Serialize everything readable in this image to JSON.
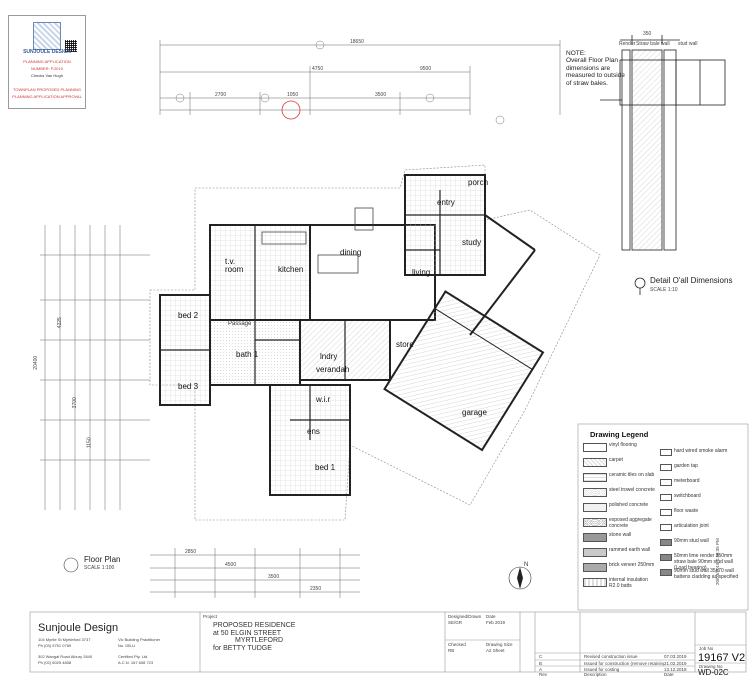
{
  "stamp": {
    "company": "SUNJOULE DESIGN",
    "line1": "PLANNING APPLICATION",
    "line2": "NUMBER: P.2019",
    "line3": "Checks Van Hugh",
    "line4": "TOWNPLAN PROPOSED PLANNING",
    "line5": "PLANNING APPLICATION APPROVAL"
  },
  "note": {
    "heading": "NOTE:",
    "body": "Overall Floor Plan dimensions are measured to outside of straw bales."
  },
  "detail": {
    "title": "Detail O'all Dimensions",
    "scale": "SCALE 1:10",
    "render": "Render",
    "straw_bale_wall": "Straw bale wall",
    "stud_wall": "stud wall",
    "dim": "350"
  },
  "floor_plan": {
    "title": "Floor Plan",
    "scale": "SCALE 1:100"
  },
  "rooms": {
    "dining": "dining",
    "living": "living",
    "kitchen": "kitchen",
    "tv_room": "t.v. room",
    "bed2": "bed 2",
    "bed3": "bed 3",
    "bed1": "bed 1",
    "bath1": "bath 1",
    "verandah": "verandah",
    "store": "store",
    "study": "study",
    "entry": "entry",
    "porch": "porch",
    "garage": "garage",
    "ens": "ens",
    "wir": "w.i.r",
    "passage": "Passage",
    "lndry": "lndry"
  },
  "dims": {
    "top1": "18650",
    "top2": "4750",
    "top3": "1050",
    "top4": "2700",
    "top5": "3500",
    "top6": "9500",
    "bot1": "2850",
    "bot2": "4500",
    "bot3": "3500",
    "bot4": "2350",
    "left1": "20400",
    "left2": "4225",
    "left3": "3700",
    "left4": "1150"
  },
  "legend": {
    "title": "Drawing Legend",
    "items_left": [
      "vinyl flooring",
      "carpet",
      "ceramic tiles on slab",
      "steel trowel concrete",
      "polished concrete",
      "exposed aggregate concrete",
      "stone wall",
      "rammed earth wall",
      "brick veneer 250mm",
      "internal insulation R2.0 batts"
    ],
    "items_right": [
      "hard wired smoke alarm",
      "garden tap",
      "meterboard",
      "switchboard",
      "floor waste",
      "articulation joint",
      "90mm stud wall",
      "50mm lime render 350mm straw bale 90mm stud wall (Load bearing)",
      "90mm stud wall 35x70 wall battens cladding as specified"
    ]
  },
  "company": {
    "name": "Sunjoule Design",
    "addr1": "104 Myrtle St Myrtleford 3737",
    "addr2": "Ph (03) 5751 0769",
    "addr3": "302 Wangal Road Albury 2640",
    "addr4": "Ph (02) 6025 4808",
    "reg1": "Vic Building Practitioner",
    "reg2": "No. DB-U",
    "reg3": "Certified Pty. Ltd.",
    "reg4": "A.C.N. 167 658 723"
  },
  "project": {
    "label": "Project",
    "line1": "PROPOSED RESIDENCE",
    "line2": "at  50 ELGIN STREET",
    "line3": "MYRTLEFORD",
    "line4": "for BETTY  TUDGE"
  },
  "tb": {
    "designed_label": "Designed/Drawn",
    "designed": "SE/GR",
    "date_label": "Date",
    "date": "Feb 2019",
    "checked_label": "Checked",
    "checked": "RB",
    "sheet_label": "Drawing Size",
    "sheet": "A2 Sheet",
    "rev_c": "C",
    "rev_c_desc": "Revised construction issue",
    "rev_c_date": "07.03.2019",
    "rev_b": "B",
    "rev_b_desc": "Issued for construction (remove retaining wall from site plan)",
    "rev_b_date": "21.02.2019",
    "rev_a": "A",
    "rev_a_desc": "Issued for costing",
    "rev_a_date": "13.12.2018",
    "rev_no_label": "Rev",
    "rev_desc_label": "Description",
    "rev_date_label": "Date",
    "job_label": "Job No",
    "job": "19167 V2",
    "drawing_label": "Drawing No",
    "drawing": "WD-02C",
    "side_date": "20/03/2019 1:45:35 PM"
  }
}
